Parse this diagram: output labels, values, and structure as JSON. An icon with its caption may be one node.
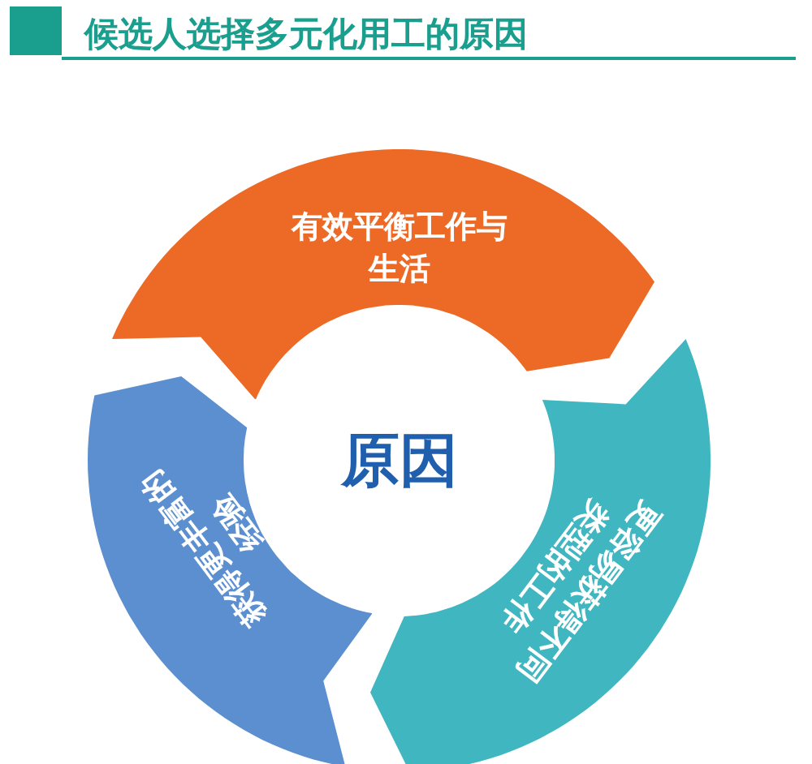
{
  "diagram": {
    "title": "候选人选择多元化用工的原因",
    "nodes": [
      {
        "text": [
          "原因"
        ]
      },
      {
        "text": [
          "有效平衡工作与生活"
        ]
      },
      {
        "text": [
          "更容易获得不同类型的工作"
        ]
      },
      {
        "text": [
          "获得更丰富的经验"
        ]
      }
    ]
  }
}
